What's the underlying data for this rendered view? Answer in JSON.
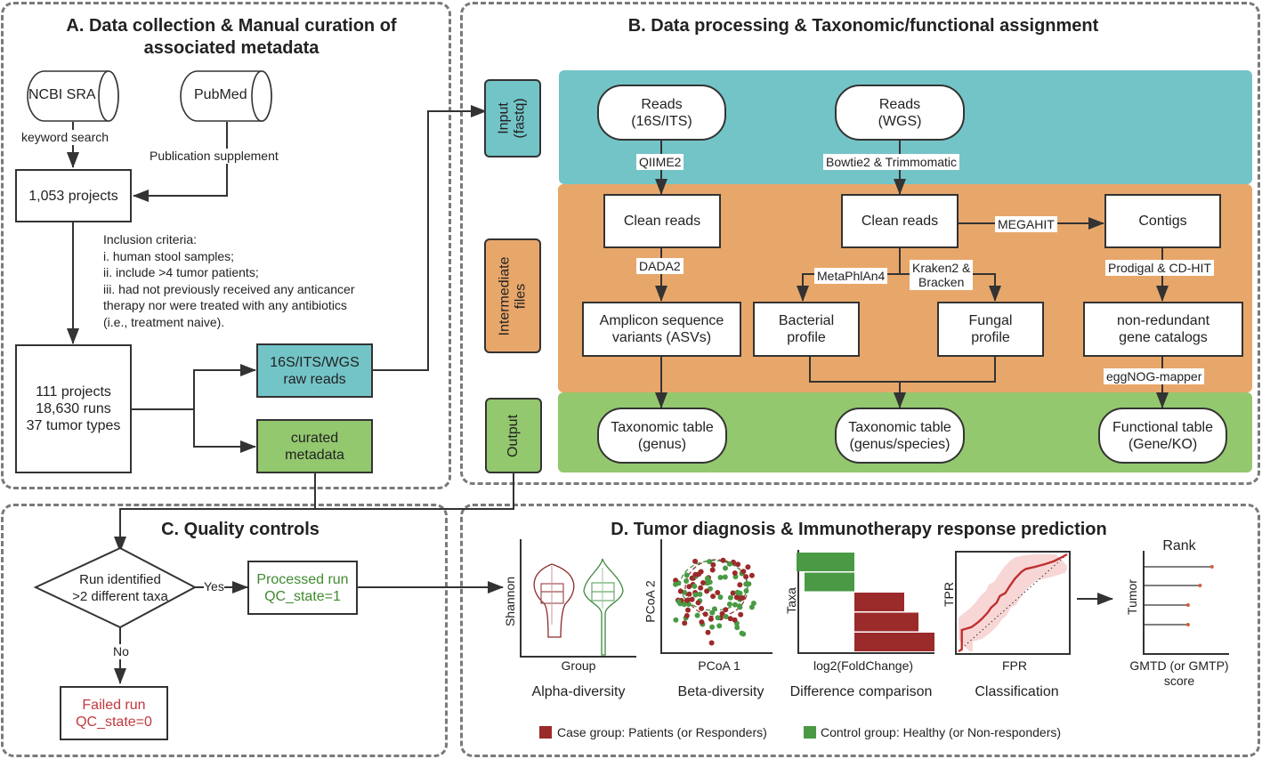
{
  "colors": {
    "teal": "#73c4c7",
    "orange": "#e8a76a",
    "green": "#93c86e",
    "case_red": "#9b2a2a",
    "control_green": "#4a9a45",
    "pass_text": "#3f8a2f",
    "fail_text": "#c0393f"
  },
  "panelA": {
    "title": "A. Data collection & Manual curation of\nassociated metadata",
    "db_sra": "NCBI SRA",
    "db_pubmed": "PubMed",
    "edge_keyword": "keyword search",
    "edge_publication": "Publication supplement",
    "box_projects": "1,053 projects",
    "criteria": "Inclusion criteria:\ni. human stool samples;\nii. include >4 tumor patients;\niii. had not previously received any anticancer\ntherapy nor were treated with any antibiotics\n(i.e., treatment naive).",
    "box_summary": "111 projects\n18,630 runs\n37 tumor types",
    "box_raw": "16S/ITS/WGS\nraw reads",
    "box_meta": "curated\nmetadata"
  },
  "panelB": {
    "title": "B. Data processing & Taxonomic/functional assignment",
    "side_input": "Input\n(fastq)",
    "side_intermediate": "Intermediate\nfiles",
    "side_output": "Output",
    "reads_16s": "Reads\n(16S/ITS)",
    "reads_wgs": "Reads\n(WGS)",
    "tool_qiime": "QIIME2",
    "tool_bowtie": "Bowtie2 & Trimmomatic",
    "clean_16s": "Clean reads",
    "clean_wgs": "Clean reads",
    "tool_megahit": "MEGAHIT",
    "contigs": "Contigs",
    "tool_dada2": "DADA2",
    "tool_metaphlan": "MetaPhlAn4",
    "tool_kraken": "Kraken2 &\nBracken",
    "tool_prodigal": "Prodigal & CD-HIT",
    "asv": "Amplicon sequence\nvariants (ASVs)",
    "bacterial": "Bacterial\nprofile",
    "fungal": "Fungal\nprofile",
    "catalog": "non-redundant\ngene catalogs",
    "tool_eggnog": "eggNOG-mapper",
    "out_genus": "Taxonomic table\n(genus)",
    "out_species": "Taxonomic table\n(genus/species)",
    "out_func": "Functional table\n(Gene/KO)"
  },
  "panelC": {
    "title": "C. Quality controls",
    "decision": "Run identified\n>2 different taxa",
    "yes": "Yes",
    "no": "No",
    "processed": "Processed run\nQC_state=1",
    "failed": "Failed run\nQC_state=0"
  },
  "panelD": {
    "title": "D. Tumor diagnosis & Immunotherapy response prediction",
    "alpha": {
      "ylabel": "Shannon",
      "xlabel": "Group",
      "caption": "Alpha-diversity"
    },
    "beta": {
      "ylabel": "PCoA 2",
      "xlabel": "PCoA 1",
      "caption": "Beta-diversity"
    },
    "diff": {
      "ylabel": "Taxa",
      "xlabel": "log2(FoldChange)",
      "caption": "Difference comparison"
    },
    "roc": {
      "ylabel": "TPR",
      "xlabel": "FPR",
      "caption": "Classification"
    },
    "rank": {
      "title": "Rank",
      "ylabel": "Tumor",
      "xlabel": "GMTD (or GMTP)\nscore"
    },
    "legend": [
      {
        "label": "Case group: Patients (or Responders)",
        "color": "#9b2a2a"
      },
      {
        "label": "Control group: Healthy (or Non-responders)",
        "color": "#4a9a45"
      }
    ]
  },
  "chart_data": [
    {
      "type": "bar",
      "title": "Difference comparison",
      "xlabel": "log2(FoldChange)",
      "ylabel": "Taxa",
      "note": "schematic, unlabeled axes",
      "series": [
        {
          "name": "Control",
          "values": [
            -1.0,
            -0.7,
            0,
            0,
            0
          ]
        },
        {
          "name": "Case",
          "values": [
            0,
            0,
            0.7,
            0.9,
            1.4
          ]
        }
      ]
    },
    {
      "type": "line",
      "title": "Classification",
      "xlabel": "FPR",
      "ylabel": "TPR",
      "x": [
        0,
        0.03,
        0.03,
        0.12,
        0.18,
        0.22,
        0.27,
        0.3,
        0.35,
        0.38,
        0.43,
        0.47,
        0.52,
        0.58,
        0.62,
        0.7,
        0.8,
        0.88,
        0.95,
        1.0
      ],
      "y": [
        0,
        0.02,
        0.22,
        0.25,
        0.3,
        0.34,
        0.4,
        0.45,
        0.5,
        0.57,
        0.6,
        0.67,
        0.75,
        0.82,
        0.85,
        0.87,
        0.9,
        0.93,
        0.97,
        1.0
      ],
      "xlim": [
        0,
        1
      ],
      "ylim": [
        0,
        1
      ]
    },
    {
      "type": "bar",
      "title": "Rank",
      "xlabel": "GMTD (or GMTP) score",
      "ylabel": "Tumor",
      "note": "lollipop schematic",
      "values": [
        0.8,
        0.66,
        0.52,
        0.52
      ]
    }
  ]
}
